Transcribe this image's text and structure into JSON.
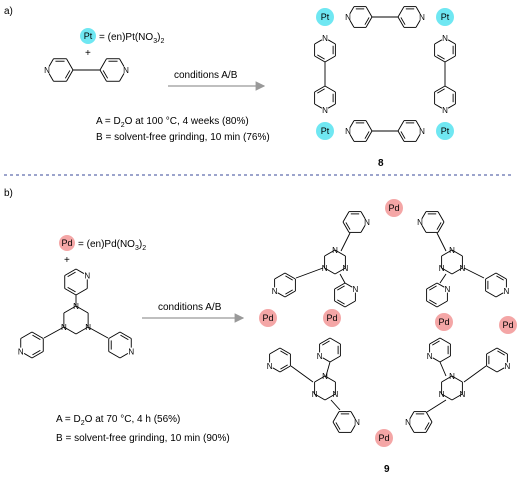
{
  "panel_a": {
    "label": "a)",
    "metal_symbol": "Pt",
    "metal_color": "#6fe7f2",
    "reagent_formula_prefix": "= (en)Pt(NO",
    "reagent_formula_sub": "3",
    "reagent_formula_suffix": ")",
    "reagent_formula_sub2": "2",
    "plus": "+",
    "conditions_label": "conditions A/B",
    "condition_a_prefix": "A = D",
    "condition_a_sub": "2",
    "condition_a_suffix": "O at 100 °C, 4 weeks (80%)",
    "condition_b": "B = solvent-free grinding, 10 min (76%)",
    "compound_number": "8",
    "pyridine_n": "N"
  },
  "panel_b": {
    "label": "b)",
    "metal_symbol": "Pd",
    "metal_color": "#f4a6a6",
    "reagent_formula_prefix": "= (en)Pd(NO",
    "reagent_formula_sub": "3",
    "reagent_formula_suffix": ")",
    "reagent_formula_sub2": "2",
    "plus": "+",
    "conditions_label": "conditions A/B",
    "condition_a_prefix": "A = D",
    "condition_a_sub": "2",
    "condition_a_suffix": "O at 70 °C, 4 h (56%)",
    "condition_b": "B = solvent-free grinding, 10 min (90%)",
    "compound_number": "9",
    "pyridine_n": "N"
  },
  "separator_color": "#3a4a9a",
  "arrow_color": "#999999"
}
